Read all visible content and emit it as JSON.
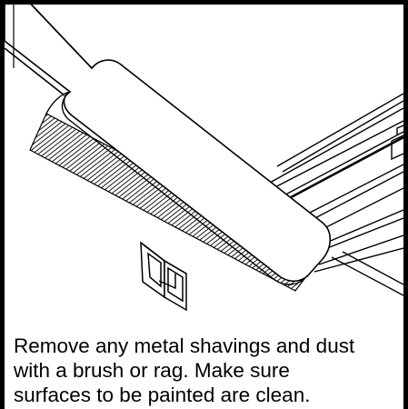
{
  "illustration": {
    "subject": "brush-cleaning-rail-illustration",
    "colors": {
      "line": "#000000",
      "fill": "#ffffff"
    }
  },
  "caption": {
    "lines": [
      "Remove any metal shavings and dust",
      "with a brush or rag. Make sure",
      "surfaces to be painted are clean."
    ]
  }
}
